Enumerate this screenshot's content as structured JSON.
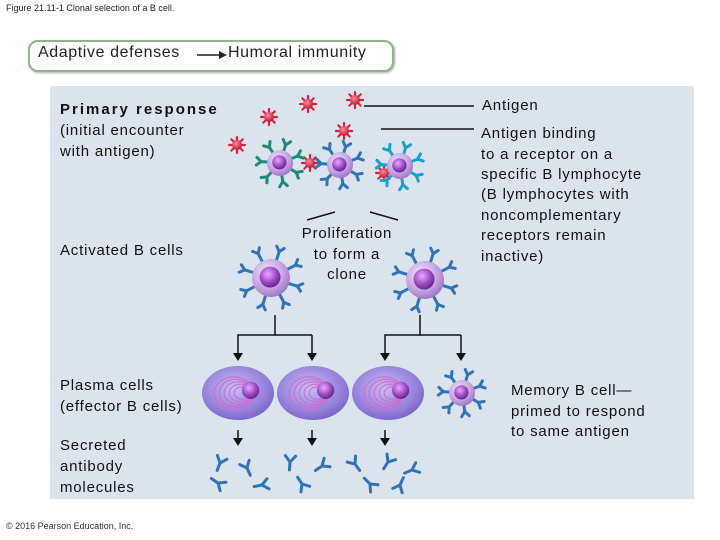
{
  "figure_caption": "Figure 21.11-1 Clonal selection of a B cell.",
  "header": {
    "left": "Adaptive defenses",
    "right": "Humoral immunity"
  },
  "labels": {
    "primary_response": "Primary response",
    "initial_encounter": "(initial encounter",
    "with_antigen": "with antigen)",
    "activated_b_cells": "Activated B cells",
    "plasma_cells": "Plasma cells",
    "effector_b_cells": "(effector B cells)",
    "secreted": "Secreted",
    "antibody": "antibody",
    "molecules": "molecules",
    "proliferation_1": "Proliferation",
    "proliferation_2": "to form a",
    "proliferation_3": "clone",
    "antigen": "Antigen",
    "binding_1": "Antigen binding",
    "binding_2": "to a receptor on a",
    "binding_3": "specific B lymphocyte",
    "binding_4": "(B lymphocytes with",
    "binding_5": "noncomplementary",
    "binding_6": "receptors remain",
    "binding_7": "inactive)",
    "memory_1": "Memory B cell—",
    "memory_2": "primed to respond",
    "memory_3": "to same antigen"
  },
  "copyright": "© 2016 Pearson Education, Inc.",
  "colors": {
    "panel": "#dbe3ec",
    "header_border": "#8fb48a",
    "antigen": "#d8243a",
    "receptor_blue": "#2f74b8",
    "receptor_teal": "#1f8a7a",
    "receptor_cyan": "#1aa0cc",
    "cell_purple": "#b48ad6",
    "nucleus_purple": "#7a3c9e",
    "plasma_purple": "#8a6fd0"
  }
}
